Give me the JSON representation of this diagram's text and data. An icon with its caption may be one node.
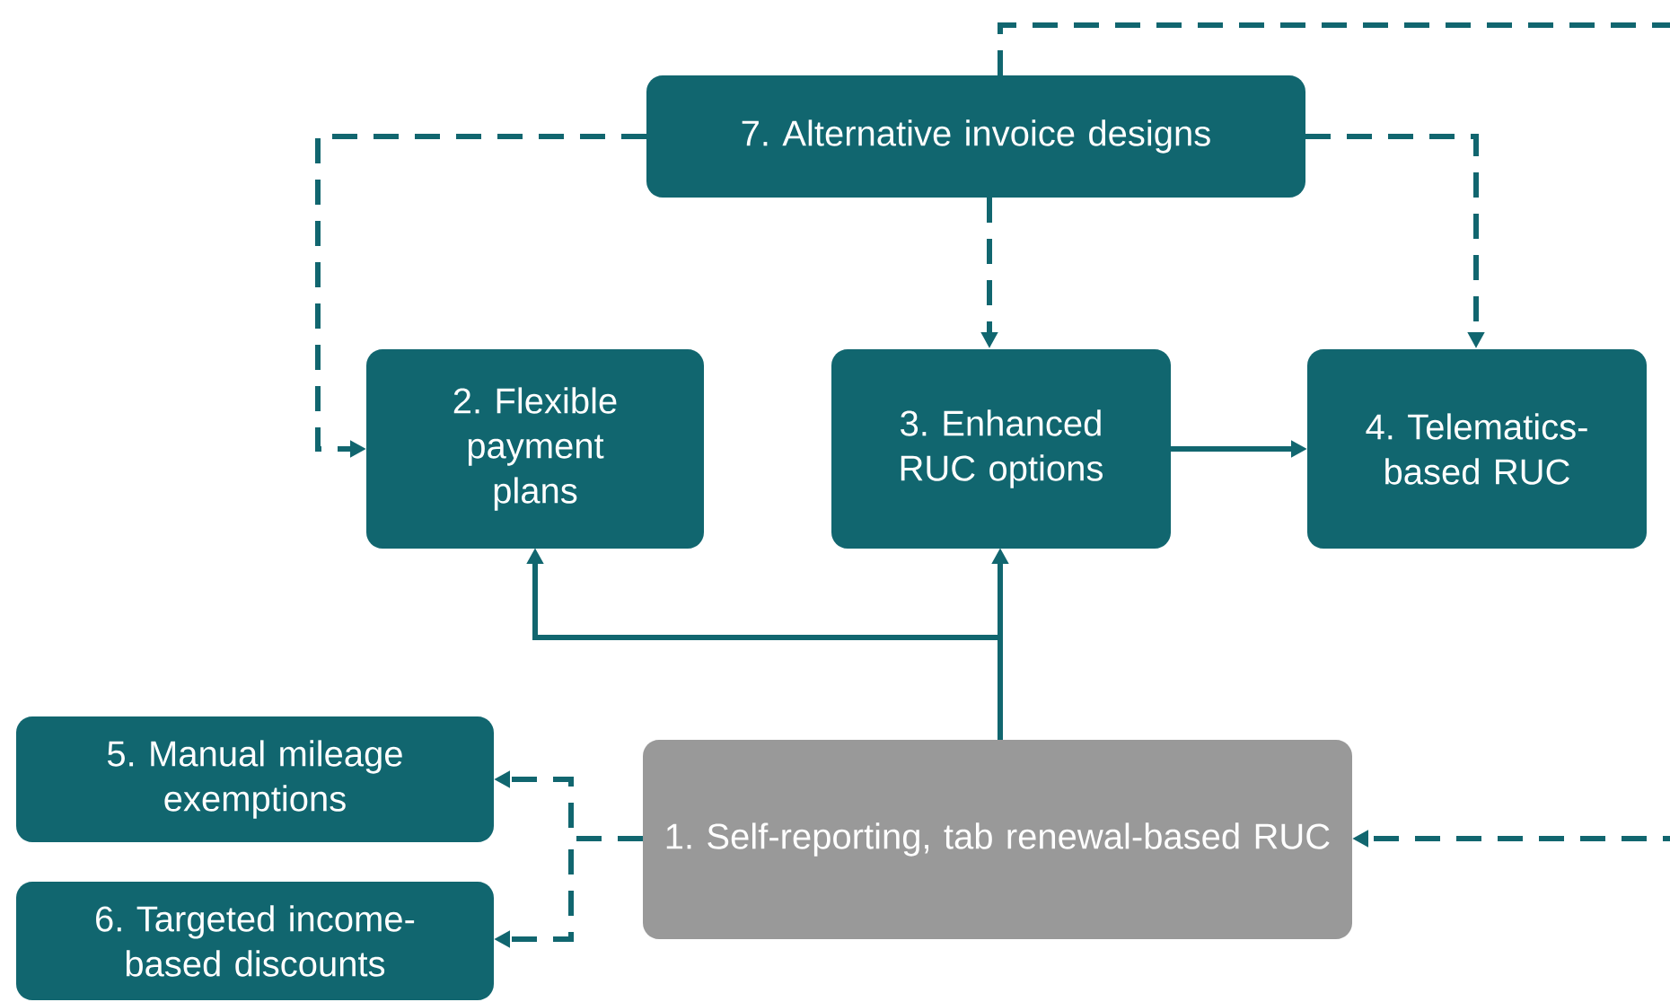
{
  "diagram": {
    "nodes": [
      {
        "text": [
          "7. Alternative invoice designs"
        ]
      },
      {
        "text": [
          "2. Flexible payment plans"
        ]
      },
      {
        "text": [
          "3. Enhanced RUC options"
        ]
      },
      {
        "text": [
          "4. Telematics-based RUC"
        ]
      },
      {
        "text": [
          "5. Manual mileage exemptions"
        ]
      },
      {
        "text": [
          "1. Self-reporting, tab renewal-based RUC"
        ]
      },
      {
        "text": [
          "6. Targeted income-based discounts"
        ]
      }
    ],
    "edges": [
      {
        "from": 0,
        "to": 1,
        "arrow": "to",
        "style": "dashed"
      },
      {
        "from": 0,
        "to": 2,
        "arrow": "to",
        "style": "dashed"
      },
      {
        "from": 0,
        "to": 3,
        "arrow": "to",
        "style": "dashed"
      },
      {
        "from": 0,
        "to": 5,
        "arrow": "to",
        "style": "dashed"
      },
      {
        "from": 2,
        "to": 3,
        "arrow": "to"
      },
      {
        "from": 5,
        "to": 1,
        "arrow": "to"
      },
      {
        "from": 5,
        "to": 2,
        "arrow": "to"
      },
      {
        "from": 5,
        "to": 4,
        "arrow": "to",
        "style": "dashed"
      },
      {
        "from": 5,
        "to": 6,
        "arrow": "to",
        "style": "dashed"
      }
    ]
  }
}
